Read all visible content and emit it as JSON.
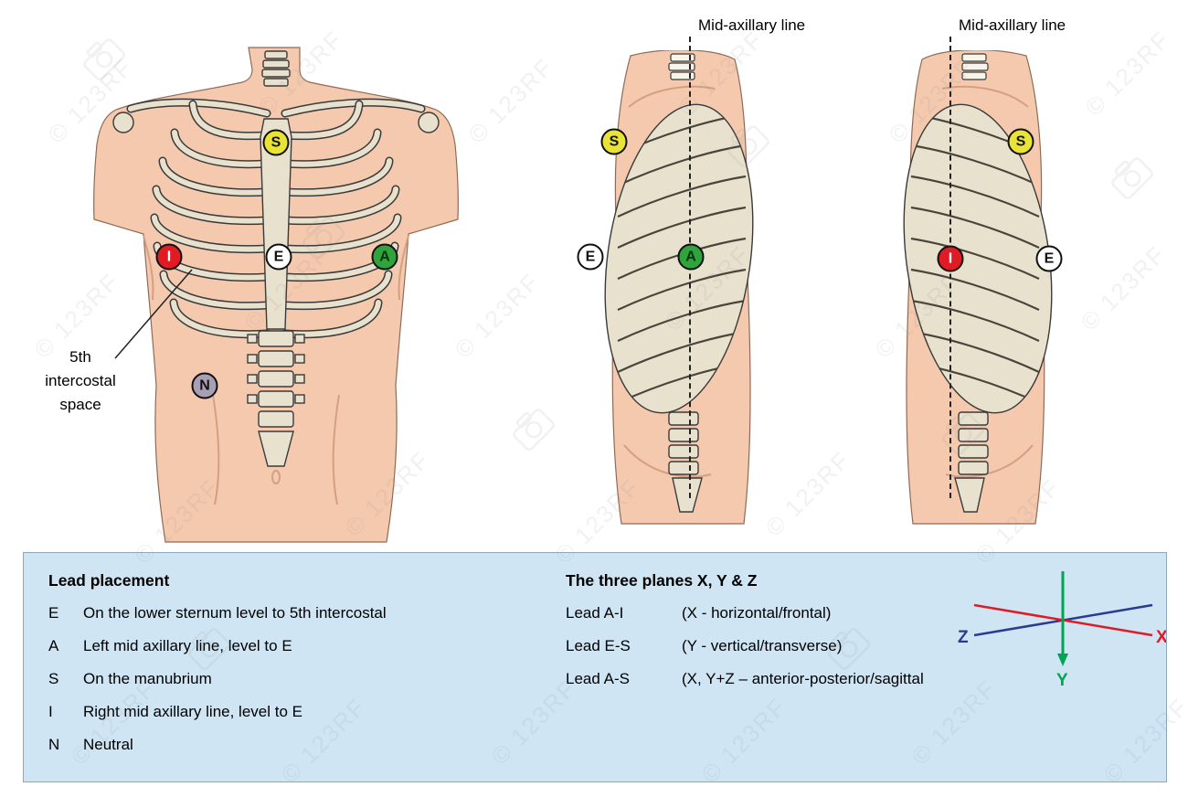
{
  "watermark": {
    "text": "© 123RF"
  },
  "figures": {
    "anterior": {
      "annotation": "5th intercostal space",
      "electrodes": {
        "s": "S",
        "e": "E",
        "a": "A",
        "i": "I",
        "n": "N"
      }
    },
    "left_lateral": {
      "axis_label": "Mid-axillary line",
      "electrodes": {
        "s": "S",
        "e": "E",
        "a": "A"
      }
    },
    "right_lateral": {
      "axis_label": "Mid-axillary line",
      "electrodes": {
        "s": "S",
        "i": "I",
        "e": "E"
      }
    }
  },
  "electrode_colors": {
    "S": "#e8e335",
    "E": "#ffffff",
    "A": "#2fa43c",
    "I": "#e01b24",
    "N": "#a89fb5"
  },
  "legend": {
    "lead_placement": {
      "title": "Lead placement",
      "rows": [
        {
          "key": "E",
          "desc": "On the lower sternum level to 5th intercostal"
        },
        {
          "key": "A",
          "desc": "Left mid axillary line, level to E"
        },
        {
          "key": "S",
          "desc": "On the manubrium"
        },
        {
          "key": "I",
          "desc": "Right mid axillary line, level to E"
        },
        {
          "key": "N",
          "desc": "Neutral"
        }
      ]
    },
    "planes": {
      "title": "The three planes X, Y & Z",
      "rows": [
        {
          "lead": "Lead A-I",
          "desc": "(X - horizontal/frontal)"
        },
        {
          "lead": "Lead E-S",
          "desc": "(Y - vertical/transverse)"
        },
        {
          "lead": "Lead A-S",
          "desc": "(X, Y+Z – anterior-posterior/sagittal"
        }
      ]
    },
    "axes": {
      "x": "X",
      "y": "Y",
      "z": "Z",
      "x_color": "#e01b24",
      "y_color": "#00a550",
      "z_color": "#2b3a92"
    }
  }
}
